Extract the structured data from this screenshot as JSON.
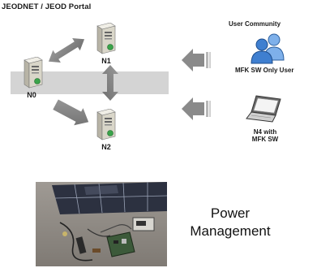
{
  "portal_title": "JEODNET / JEOD Portal",
  "nodes": {
    "n0": "N0",
    "n1": "N1",
    "n2": "N2"
  },
  "user_community": {
    "title": "User Community",
    "group_label": "MFK SW Only User",
    "laptop_label_line1": "N4 with",
    "laptop_label_line2": "MFK SW"
  },
  "power_caption": {
    "line1": "Power",
    "line2": "Management"
  },
  "icons": [
    "server-icon",
    "users-icon",
    "laptop-icon",
    "bidirectional-arrow-icon",
    "left-arrow-icon"
  ],
  "colors": {
    "band": "#d4d4d4",
    "arrow": "#8a8a8a",
    "server_body": "#d9d6c9",
    "user_blue": "#3f7fd0"
  }
}
